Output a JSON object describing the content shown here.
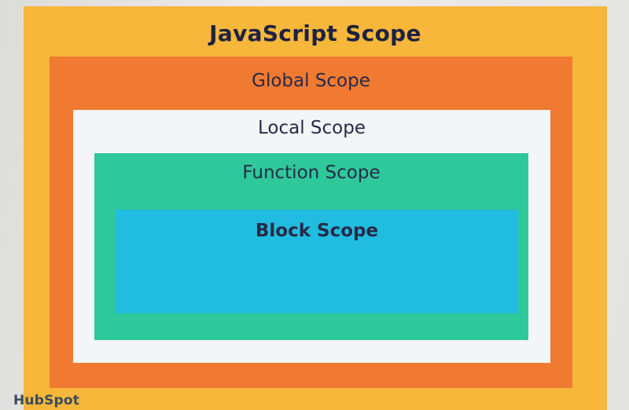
{
  "diagram": {
    "title": "JavaScript Scope",
    "levels": [
      {
        "label": "Global Scope",
        "color": "#f07a32"
      },
      {
        "label": "Local Scope",
        "color": "#f4f5f6"
      },
      {
        "label": "Function Scope",
        "color": "#2fc89a"
      },
      {
        "label": "Block Scope",
        "color": "#21bde0"
      }
    ],
    "background_color": "#f6b73a",
    "text_color": "#272a48"
  },
  "branding": {
    "logo_text": "HubSpot"
  }
}
